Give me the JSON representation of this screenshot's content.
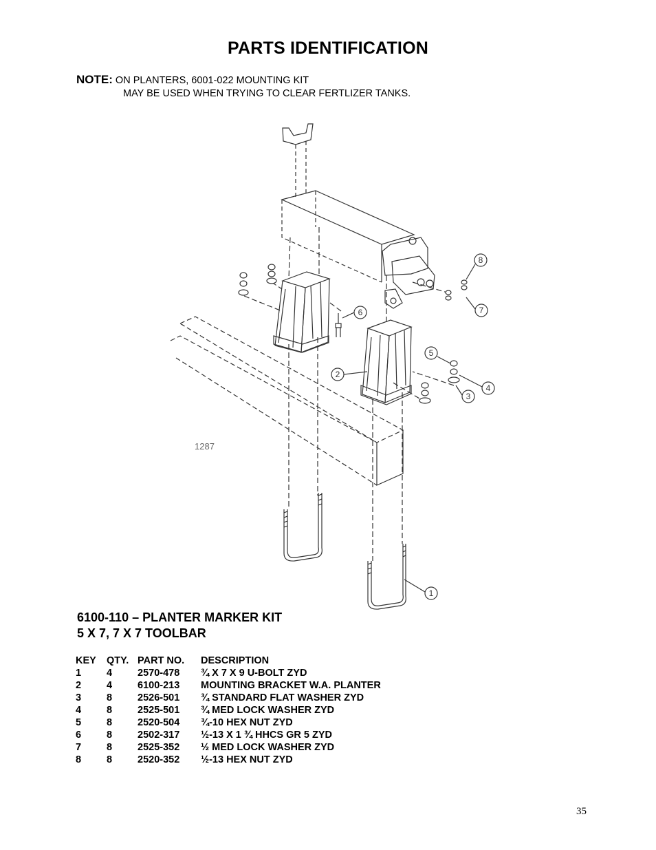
{
  "page": {
    "title": "PARTS IDENTIFICATION",
    "note": {
      "label": "NOTE:",
      "line1": "ON PLANTERS, 6001-022 MOUNTING KIT",
      "line2": "MAY BE USED WHEN TRYING TO CLEAR FERTLIZER TANKS."
    },
    "drawing": {
      "ref_number": "1287",
      "callouts": [
        "1",
        "2",
        "3",
        "4",
        "5",
        "6",
        "7",
        "8"
      ]
    },
    "kit": {
      "line1": "6100-110 – PLANTER MARKER KIT",
      "line2": "5 X 7, 7 X 7 TOOLBAR"
    },
    "parts_table": {
      "headers": [
        "KEY",
        "QTY.",
        "PART NO.",
        "DESCRIPTION"
      ],
      "rows": [
        [
          "1",
          "4",
          "2570-478",
          "¾ X 7 X 9 U-BOLT ZYD"
        ],
        [
          "2",
          "4",
          "6100-213",
          "MOUNTING BRACKET W.A. PLANTER"
        ],
        [
          "3",
          "8",
          "2526-501",
          "¾ STANDARD FLAT WASHER ZYD"
        ],
        [
          "4",
          "8",
          "2525-501",
          "¾ MED LOCK WASHER ZYD"
        ],
        [
          "5",
          "8",
          "2520-504",
          "¾-10 HEX NUT ZYD"
        ],
        [
          "6",
          "8",
          "2502-317",
          "½-13 X 1 ¾ HHCS GR 5 ZYD"
        ],
        [
          "7",
          "8",
          "2525-352",
          "½ MED LOCK WASHER ZYD"
        ],
        [
          "8",
          "8",
          "2520-352",
          "½-13 HEX NUT ZYD"
        ]
      ]
    },
    "page_number": "35"
  }
}
